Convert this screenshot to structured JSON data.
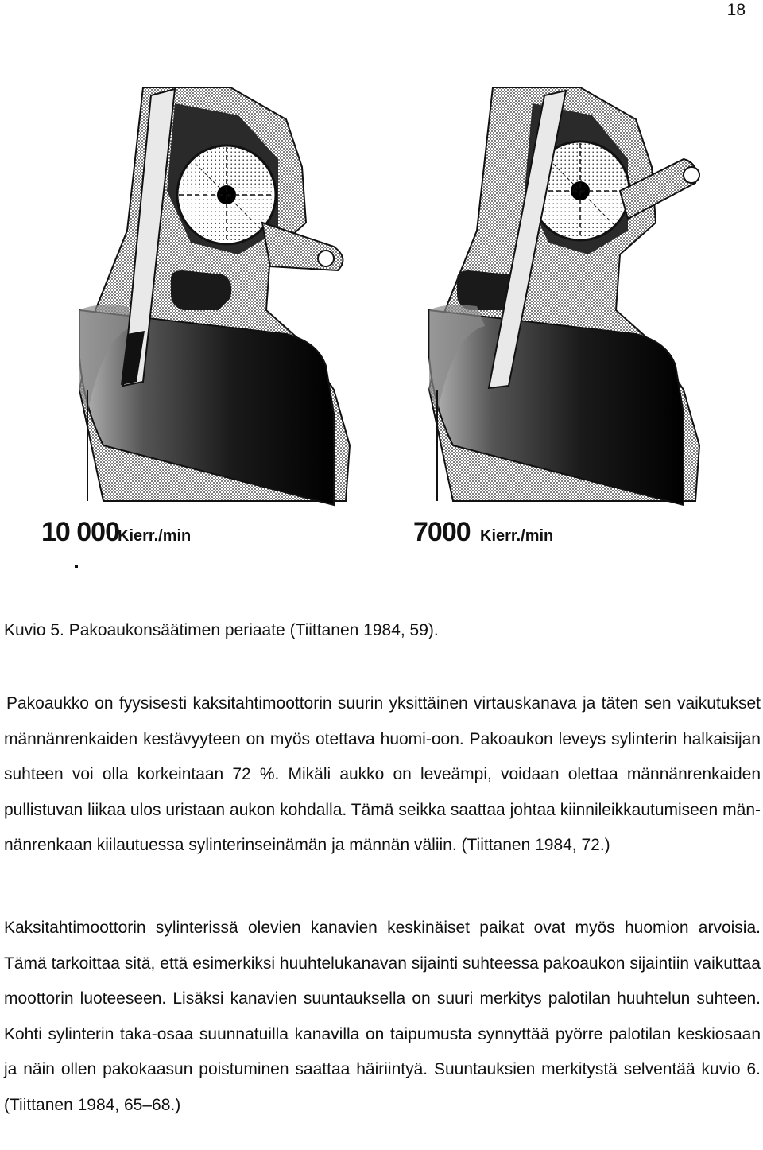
{
  "page_number": "18",
  "figure": {
    "left_label_number": "10 000",
    "left_label_unit": "Kierr./min",
    "right_label_number": "7000",
    "right_label_unit": "Kierr./min"
  },
  "caption": "Kuvio 5. Pakoaukonsäätimen periaate (Tiittanen 1984, 59).",
  "paragraphs": [
    "Pakoaukko on fyysisesti kaksitahtimoottorin suurin yksittäinen virtauskanava ja täten sen vaikutukset männänrenkaiden kestävyyteen on myös otettava huomi-oon. Pakoaukon leveys sylinterin halkaisijan suhteen voi olla korkeintaan 72 %. Mikäli aukko on leveämpi, voidaan olettaa männänrenkaiden pullistuvan liikaa ulos uristaan aukon kohdalla. Tämä seikka saattaa johtaa kiinnileikkautumiseen män-nänrenkaan kiilautuessa sylinterinseinämän ja männän väliin. (Tiittanen 1984, 72.)",
    "Kaksitahtimoottorin sylinterissä olevien kanavien keskinäiset paikat ovat myös huomion arvoisia. Tämä tarkoittaa sitä, että esimerkiksi huuhtelukanavan sijainti suhteessa pakoaukon sijaintiin vaikuttaa moottorin luoteeseen. Lisäksi kanavien suuntauksella on suuri merkitys palotilan huuhtelun suhteen. Kohti sylinterin taka-osaa suunnatuilla kanavilla on taipumusta synnyttää pyörre palotilan keskiosaan ja näin ollen pakokaasun poistuminen saattaa häiriintyä. Suuntauksien merkitystä selventää kuvio 6. (Tiittanen 1984, 65–68.)"
  ]
}
